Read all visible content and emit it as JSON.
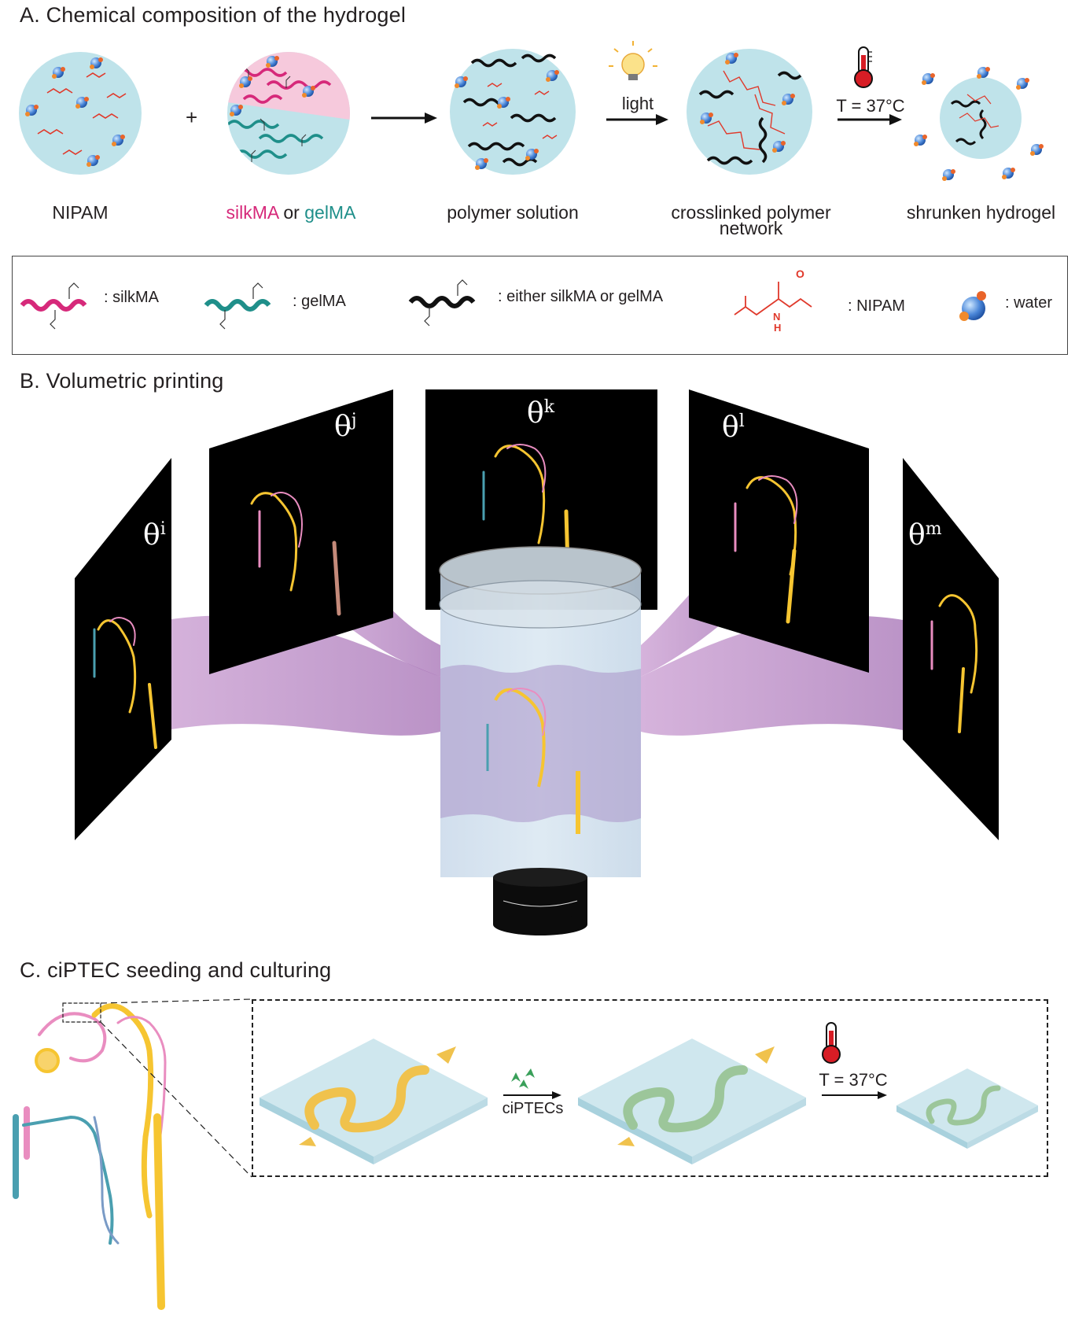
{
  "panel_a": {
    "title": "A.   Chemical composition of the hydrogel",
    "plus": "+",
    "labels": {
      "nipam": "NIPAM",
      "silkma": "silkMA",
      "or": " or ",
      "gelma": "gelMA",
      "polymer_solution": "polymer solution",
      "crosslinked_line1": "crosslinked polymer",
      "crosslinked_line2": "network",
      "shrunken": "shrunken hydrogel"
    },
    "arrow_light_label": "light",
    "arrow_temp_label": "T = 37°C"
  },
  "legend": {
    "silkma": ": silkMA",
    "gelma": ": gelMA",
    "either": ": either silkMA or gelMA",
    "nipam": ": NIPAM",
    "water": ": water",
    "nipam_O": "O",
    "nipam_N": "N",
    "nipam_H": "H"
  },
  "panel_b": {
    "title": "B.   Volumetric printing",
    "projections": [
      {
        "base": "θ",
        "sup": "i"
      },
      {
        "base": "θ",
        "sup": "j"
      },
      {
        "base": "θ",
        "sup": "k"
      },
      {
        "base": "θ",
        "sup": "l"
      },
      {
        "base": "θ",
        "sup": "m"
      }
    ]
  },
  "panel_c": {
    "title": "C.   ciPTEC seeding and culturing",
    "arrow_cells_label": "ciPTECs",
    "arrow_temp_label": "T = 37°C"
  },
  "colors": {
    "silkma": "#d6297a",
    "gelma": "#1f8f8a",
    "nipam": "#e0392b",
    "circle": "#bfe3ea",
    "light_beam": "#b57cc0",
    "tubule": "#f6c531"
  }
}
